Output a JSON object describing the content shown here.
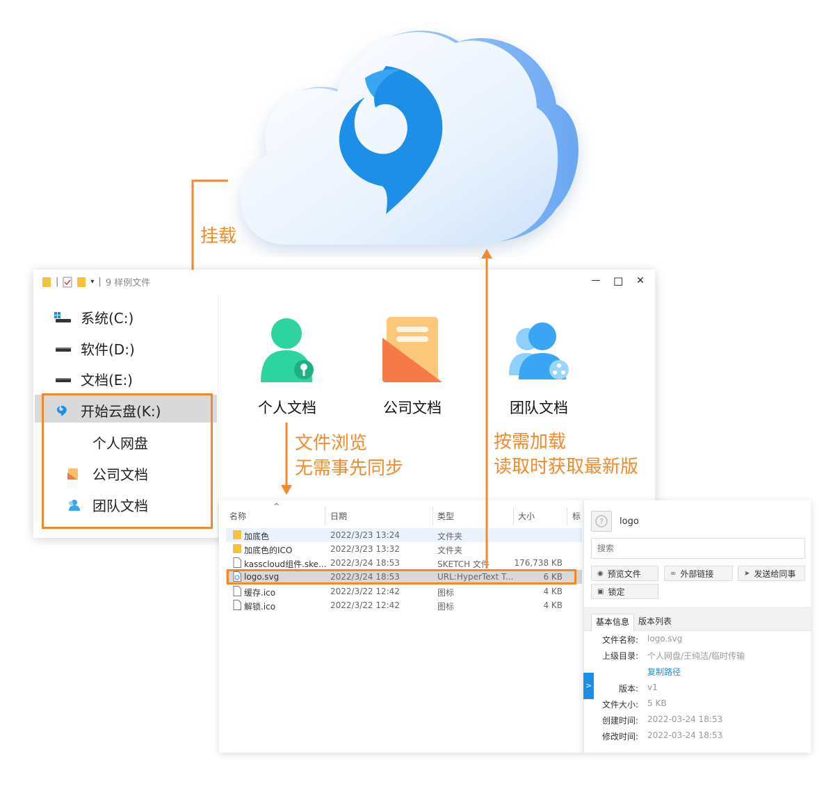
{
  "annotations": {
    "mount": "挂载",
    "browse_line1": "文件浏览",
    "browse_line2": "无需事先同步",
    "ondemand_line1": "按需加载",
    "ondemand_line2": "读取时获取最新版"
  },
  "window": {
    "title_sep": "|",
    "title_text": "9 样例文件",
    "minimize": "—",
    "maximize": "☐",
    "close": "✕"
  },
  "sidebar": {
    "drives": [
      {
        "label": "系统(C:)",
        "icon": "windows-drive-icon"
      },
      {
        "label": "软件(D:)",
        "icon": "drive-icon"
      },
      {
        "label": "文档(E:)",
        "icon": "drive-icon"
      },
      {
        "label": "开始云盘(K:)",
        "icon": "cloud-drive-icon"
      }
    ],
    "sub_items": [
      {
        "label": "个人网盘",
        "icon": ""
      },
      {
        "label": "公司文档",
        "icon": "company-folder-icon"
      },
      {
        "label": "团队文档",
        "icon": "team-folder-icon"
      }
    ]
  },
  "main": {
    "folders": [
      {
        "label": "个人文档",
        "icon": "personal-doc-icon"
      },
      {
        "label": "公司文档",
        "icon": "company-doc-icon"
      },
      {
        "label": "团队文档",
        "icon": "team-doc-icon"
      }
    ]
  },
  "file_list": {
    "columns": [
      "名称",
      "日期",
      "类型",
      "大小",
      "标"
    ],
    "rows": [
      {
        "name": "加底色",
        "date": "2022/3/23 13:24",
        "type": "文件夹",
        "size": "",
        "icon": "folder-icon"
      },
      {
        "name": "加底色的ICO",
        "date": "2022/3/23 13:32",
        "type": "文件夹",
        "size": "",
        "icon": "folder-icon"
      },
      {
        "name": "kasscloud组件.ske...",
        "date": "2022/3/24 18:53",
        "type": "SKETCH 文件",
        "size": "176,738 KB",
        "icon": "file-icon"
      },
      {
        "name": "logo.svg",
        "date": "2022/3/24 18:53",
        "type": "URL:HyperText T...",
        "size": "6 KB",
        "icon": "svg-file-icon"
      },
      {
        "name": "缓存.ico",
        "date": "2022/3/22 12:42",
        "type": "图标",
        "size": "4 KB",
        "icon": "file-icon"
      },
      {
        "name": "解锁.ico",
        "date": "2022/3/22 12:42",
        "type": "图标",
        "size": "4 KB",
        "icon": "file-icon"
      }
    ]
  },
  "detail": {
    "file_title": "logo",
    "search_placeholder": "搜索",
    "buttons": {
      "preview": "预览文件",
      "external_link": "外部链接",
      "send": "发送给同事",
      "lock": "锁定"
    },
    "tabs": [
      "基本信息",
      "版本列表"
    ],
    "info": {
      "name_label": "文件名称:",
      "name_value": "logo.svg",
      "parent_label": "上级目录:",
      "parent_value": "个人网盘/王纯洁/临时传输",
      "copy_path": "复制路径",
      "version_label": "版本:",
      "version_value": "v1",
      "size_label": "文件大小:",
      "size_value": "5 KB",
      "created_label": "创建时间:",
      "created_value": "2022-03-24 18:53",
      "modified_label": "修改时间:",
      "modified_value": "2022-03-24 18:53"
    },
    "collapse": ">"
  },
  "colors": {
    "accent": "#f28a2c",
    "brand_blue": "#1e8fe8",
    "selected": "#d9d9d9"
  }
}
